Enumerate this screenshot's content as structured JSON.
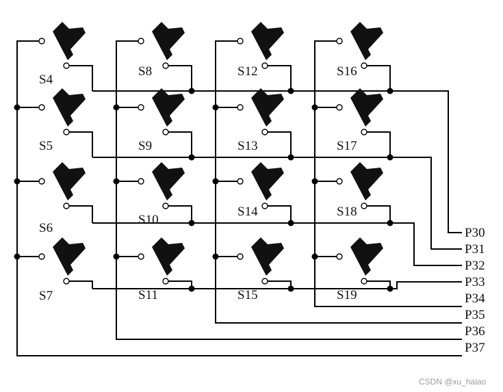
{
  "switches": [
    {
      "id": "S4"
    },
    {
      "id": "S5"
    },
    {
      "id": "S6"
    },
    {
      "id": "S7"
    },
    {
      "id": "S8"
    },
    {
      "id": "S9"
    },
    {
      "id": "S10"
    },
    {
      "id": "S11"
    },
    {
      "id": "S12"
    },
    {
      "id": "S13"
    },
    {
      "id": "S14"
    },
    {
      "id": "S15"
    },
    {
      "id": "S16"
    },
    {
      "id": "S17"
    },
    {
      "id": "S18"
    },
    {
      "id": "S19"
    }
  ],
  "ports": [
    "P30",
    "P31",
    "P32",
    "P33",
    "P34",
    "P35",
    "P36",
    "P37"
  ],
  "watermark": "CSDN @xu_haiao"
}
